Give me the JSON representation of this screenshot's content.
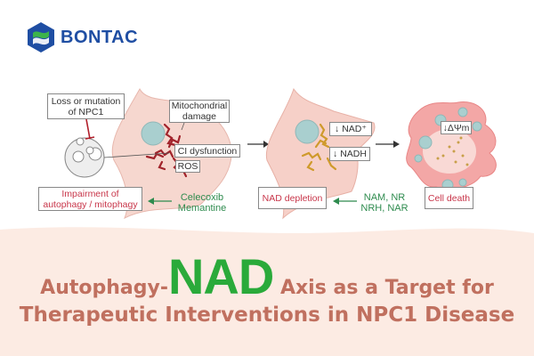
{
  "logo": {
    "name": "BONTAC",
    "colors": {
      "blue": "#1f4ea3",
      "green": "#3cb44a"
    }
  },
  "diagram": {
    "loss_box": [
      "Loss or mutation",
      "of NPC1"
    ],
    "mito_box": [
      "Mitochondrial",
      "damage"
    ],
    "ci_box": "CI dysfunction",
    "ros_box": "ROS",
    "impairment_box": [
      "Impairment of",
      "autophagy / mitophagy"
    ],
    "drugs_1": [
      "Celecoxib",
      "Memantine"
    ],
    "nad_plus_box": "↓ NAD⁺",
    "nadh_box": "↓ NADH",
    "nad_depletion_box": "NAD depletion",
    "drugs_2": [
      "NAM, NR",
      "NRH, NAR"
    ],
    "dpsi_box": "↓ΔΨm",
    "cell_death_box": "Cell death"
  },
  "title": {
    "part1": "Autophagy-",
    "highlight": "NAD",
    "part2": " Axis as a Target for",
    "line2": "Therapeutic Interventions in NPC1 Disease"
  },
  "colors": {
    "title": "#c0705f",
    "highlight": "#2aaa3a",
    "background_band": "#fcebe3"
  }
}
